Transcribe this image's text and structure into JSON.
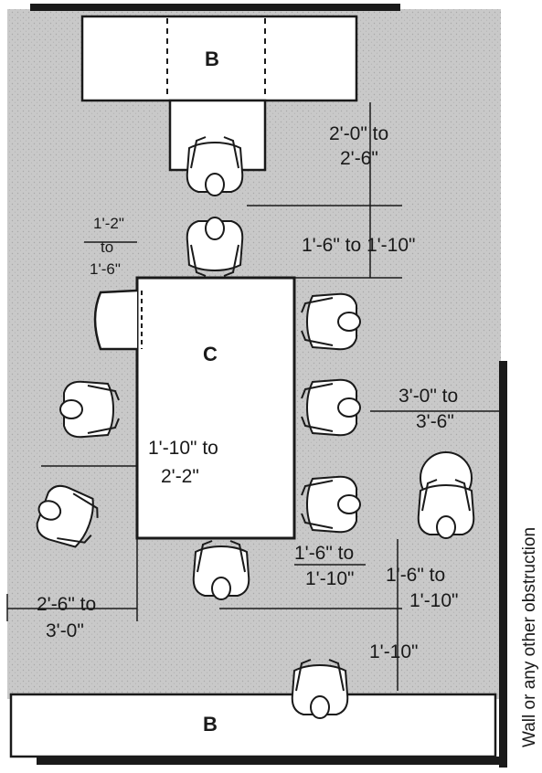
{
  "labels": {
    "furniture_b_top": "B",
    "furniture_b_bottom": "B",
    "table_c": "C",
    "dim_top_right_line1": "2'-0\" to",
    "dim_top_right_line2": "2'-6\"",
    "dim_chair_to_table": "1'-6\" to 1'-10\"",
    "dim_left_chair_line1": "1'-2\"",
    "dim_left_chair_line2": "to",
    "dim_left_chair_line3": "1'-6\"",
    "dim_right_wall_line1": "3'-0\" to",
    "dim_right_wall_line2": "3'-6\"",
    "dim_left_mid_line1": "1'-10\" to",
    "dim_left_mid_line2": "2'-2\"",
    "dim_bottom_left_line1": "2'-6\" to",
    "dim_bottom_left_line2": "3'-0\"",
    "dim_bottom_mid_line1": "1'-6\" to",
    "dim_bottom_mid_line2": "1'-10\"",
    "dim_bottom_right_line1": "1'-6\" to",
    "dim_bottom_right_line2": "1'-10\"",
    "dim_bottom_clear": "1'-10\"",
    "wall_note": "Wall or any other obstruction"
  },
  "colors": {
    "floor": "#c9c9c9",
    "furniture": "#ffffff",
    "ink": "#1a1a1a"
  }
}
